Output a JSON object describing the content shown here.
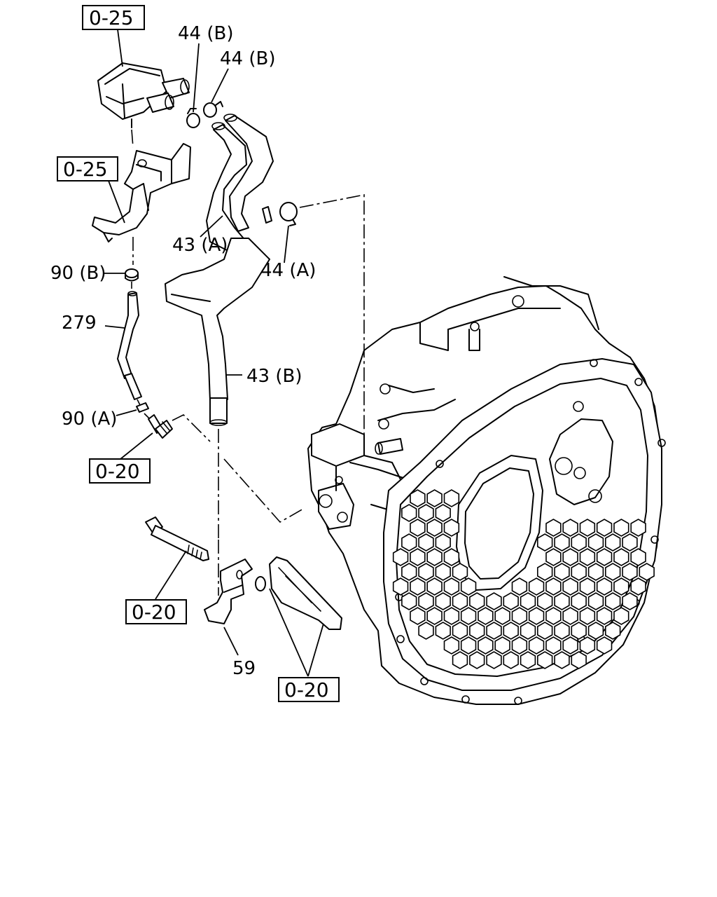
{
  "callouts": {
    "c44b_1": "44 (B)",
    "c44b_2": "44 (B)",
    "c43a": "43 (A)",
    "c44a": "44 (A)",
    "c90b": "90 (B)",
    "c279": "279",
    "c43b": "43 (B)",
    "c90a": "90 (A)",
    "c59": "59"
  },
  "references": {
    "r1": "0-25",
    "r2": "0-25",
    "r3": "0-20",
    "r4": "0-20",
    "r5": "0-20"
  }
}
